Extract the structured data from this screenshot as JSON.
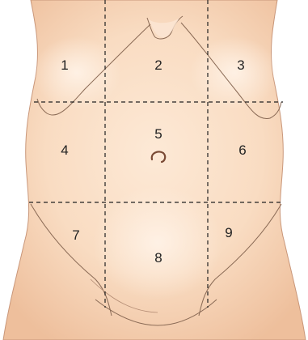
{
  "colors": {
    "skin": "#f8d9bd",
    "skin_shadow": "#e9b894",
    "skin_highlight": "#fde7d3",
    "outline": "#8a6a55",
    "grid_lines": "#222222",
    "label": "#222222",
    "navel": "#7a4a35"
  },
  "regions": [
    {
      "label": "1"
    },
    {
      "label": "2"
    },
    {
      "label": "3"
    },
    {
      "label": "4"
    },
    {
      "label": "5"
    },
    {
      "label": "6"
    },
    {
      "label": "7"
    },
    {
      "label": "8"
    },
    {
      "label": "9"
    }
  ]
}
